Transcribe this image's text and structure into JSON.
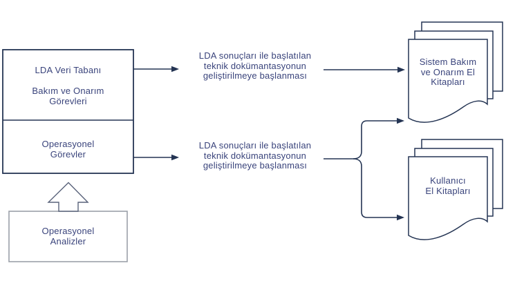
{
  "diagram": {
    "title": "LDA technical documentation flow diagram",
    "colors": {
      "background": "#ffffff",
      "line_navy": "#243453",
      "text_indigo": "#39437b",
      "gray_box_border": "#9ba0a9",
      "block_arrow_outline": "#59627a"
    },
    "boxes": {
      "lda_db": {
        "line1": "LDA Veri Tabanı",
        "line2": "Bakım ve Onarım",
        "line3": "Görevleri"
      },
      "operational_tasks": {
        "line1": "Operasyonel",
        "line2": "Görevler"
      },
      "operational_analyses": {
        "line1": "Operasyonel",
        "line2": "Analizler"
      }
    },
    "process_labels": {
      "top": {
        "line1": "LDA sonuçları ile başlatılan",
        "line2": "teknik dokümantasyonun",
        "line3": "geliştirilmeye başlanması"
      },
      "bottom": {
        "line1": "LDA sonuçları ile başlatılan",
        "line2": "teknik dokümantasyonun",
        "line3": "geliştirilmeye başlanması"
      }
    },
    "documents": {
      "system_manuals": {
        "line1": "Sistem Bakım",
        "line2": "ve Onarım El",
        "line3": "Kitapları"
      },
      "user_manuals": {
        "line1": "Kullanıcı",
        "line2": "El Kitapları"
      }
    }
  }
}
